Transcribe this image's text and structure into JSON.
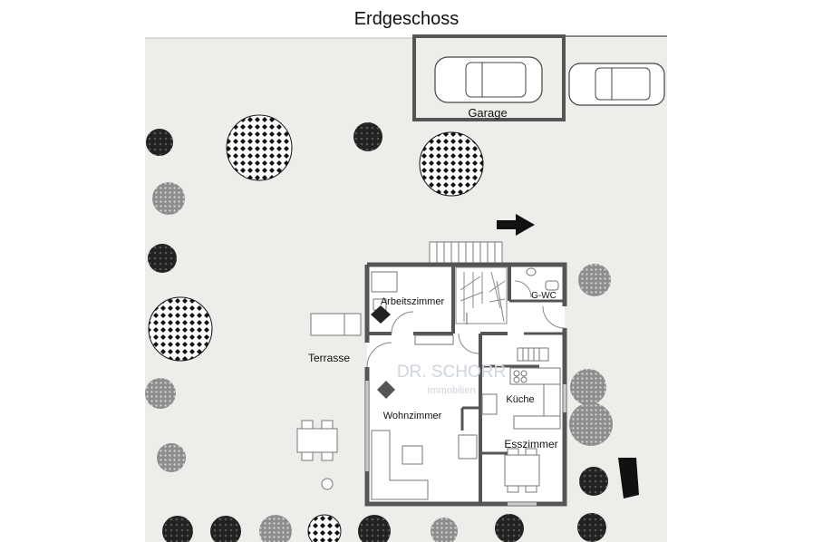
{
  "title": "Erdgeschoss",
  "rooms": {
    "garage": "Garage",
    "arbeitszimmer": "Arbeitszimmer",
    "gwc": "G-WC",
    "terrasse": "Terrasse",
    "kueche": "Küche",
    "wohnzimmer": "Wohnzimmer",
    "esszimmer": "Esszimmer"
  },
  "watermark": {
    "name": "DR. SCHORR",
    "tagline": "Immobilien"
  },
  "colors": {
    "lawn": "#eceeea",
    "wall": "#555555",
    "floor": "#ffffff",
    "tree_dark": "#111111",
    "tree_grey": "#999999"
  },
  "icons": [
    "car-icon",
    "tree-icon",
    "arrow-right-icon",
    "stair-icon",
    "bin-icon"
  ]
}
